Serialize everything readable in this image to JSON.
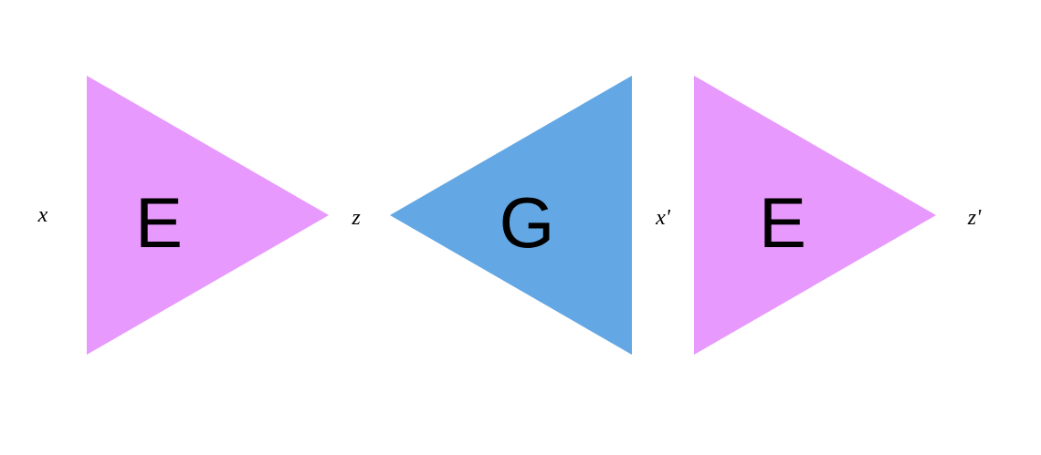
{
  "colors": {
    "encoder": "#e899fd",
    "generator": "#63a7e4",
    "text": "#000000"
  },
  "labels": {
    "input_x": "x",
    "latent_z": "z",
    "recon_x": "x'",
    "recon_z": "z'"
  },
  "blocks": [
    {
      "name": "encoder-1",
      "label": "E",
      "direction": "right"
    },
    {
      "name": "generator",
      "label": "G",
      "direction": "left"
    },
    {
      "name": "encoder-2",
      "label": "E",
      "direction": "right"
    }
  ]
}
